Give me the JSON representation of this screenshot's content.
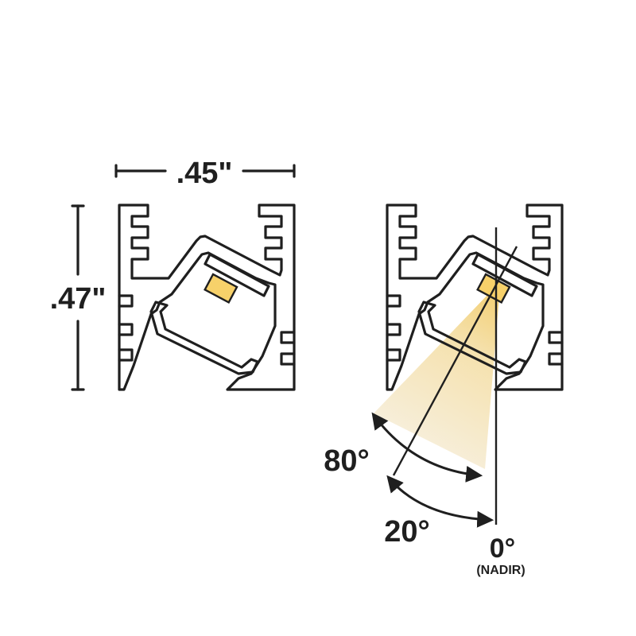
{
  "colors": {
    "line": "#1f1f1f",
    "led": "#f7d16a",
    "beam_inner": "#f6e0a8",
    "beam_outer": "#f6eedb",
    "background": "#ffffff"
  },
  "dimensions": {
    "width_label": ".45\"",
    "height_label": ".47\""
  },
  "angles": {
    "wide_label": "80°",
    "tilt_label": "20°",
    "nadir_label": "0°",
    "nadir_sub": "(NADIR)"
  }
}
